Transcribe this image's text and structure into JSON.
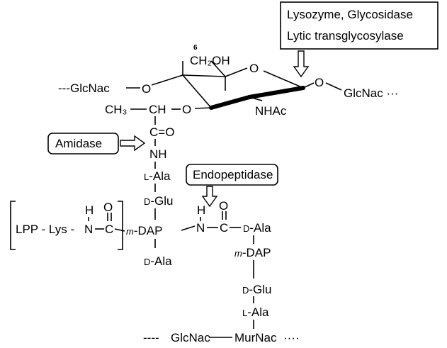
{
  "enzymes": {
    "lysozyme": "Lysozyme, Glycosidase",
    "lytic": "Lytic transglycosylase",
    "amidase": "Amidase",
    "endopeptidase": "Endopeptidase"
  },
  "sugar": {
    "glcnac_left": "---GlcNac",
    "glcnac_right": "GlcNac ···",
    "c6": "6",
    "ch2oh": "CH₂OH",
    "o_ring": "O",
    "o_left": "O",
    "o_right": "O",
    "o_lactyl": "O",
    "nhac": "NHAc",
    "ch3": "CH₃",
    "ch": "CH",
    "c_eq": "C=O",
    "nh": "NH"
  },
  "peptide": {
    "l_ala": "L-Ala",
    "d_glu": "D-Glu",
    "m_dap": "m-DAP",
    "d_ala": "D-Ala"
  },
  "lpp": {
    "prefix": "LPP - Lys -",
    "h": "H",
    "n": "N",
    "c": "C",
    "o": "O"
  },
  "crosslink": {
    "h": "H",
    "n": "N",
    "c": "C",
    "o": "O",
    "d_ala": "D-Ala",
    "m_dap": "m-DAP",
    "d_glu": "D-Glu",
    "l_ala": "L-Ala"
  },
  "bottom_chain": {
    "left_dash": "----",
    "glcnac": "GlcNac",
    "murnac": "MurNac",
    "right_dash": "····"
  }
}
